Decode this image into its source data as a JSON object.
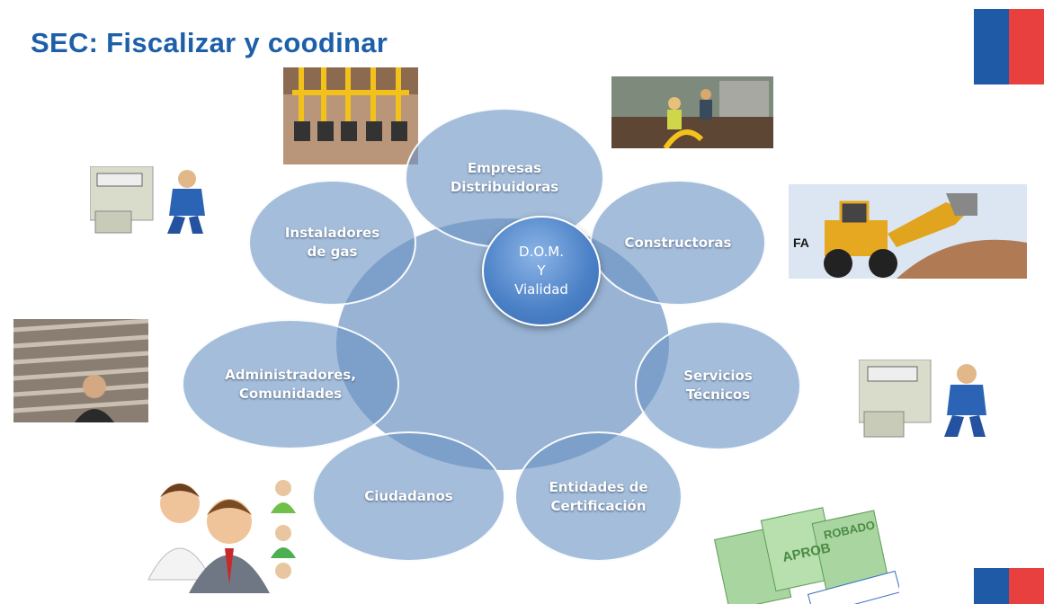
{
  "title": "SEC: Fiscalizar y coodinar",
  "diagram": {
    "center": "D.O.M.\nY\nVialidad",
    "nodes": {
      "empresas": "Empresas\nDistribuidoras",
      "constructoras": "Constructoras",
      "servicios": "Servicios\nTécnicos",
      "entidades": "Entidades de\nCertificación",
      "ciudadanos": "Ciudadanos",
      "administradores": "Administradores,\nComunidades",
      "instaladores": "Instaladores\nde gas"
    }
  },
  "flag_colors": {
    "blue": "#1e5aa6",
    "red": "#e8403e"
  }
}
